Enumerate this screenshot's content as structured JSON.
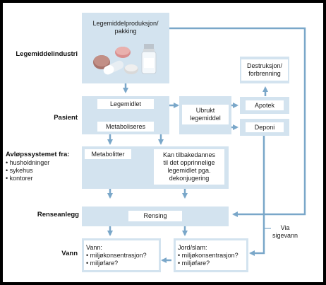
{
  "colors": {
    "box": "#d3e3ef",
    "line": "#7aa7c9",
    "text": "#1a1a1a"
  },
  "labels": {
    "industry": "Legemiddelindustri",
    "patient": "Pasient",
    "sewage_title": "Avløpssystemet fra:",
    "sewage_items": "• husholdninger\n• sykehus\n• kontorer",
    "treatment": "Renseanlegg",
    "water": "Vann"
  },
  "boxes": {
    "production": "Legemiddelproduksjon/\npakking",
    "drug": "Legemidlet",
    "metabolized": "Metaboliseres",
    "unused": "Ubrukt\nlegemiddel",
    "pharmacy": "Apotek",
    "destruction": "Destruksjon/\nforbrenning",
    "landfill": "Deponi",
    "metabolites": "Metabolitter",
    "reform": "Kan tilbakedannes\ntil det opprinnelige\nlegemidlet pga.\ndekonjugering",
    "purification": "Rensing",
    "water_box": "Vann:\n• miljøkonsentrasjon?\n• miljøfare?",
    "soil_box": "Jord/slam:\n• miljøkonsentrasjon?\n• miljøfare?",
    "via_leachate": "Via\nsigevann"
  },
  "icons": [
    "pills-icon",
    "vial-icon"
  ]
}
